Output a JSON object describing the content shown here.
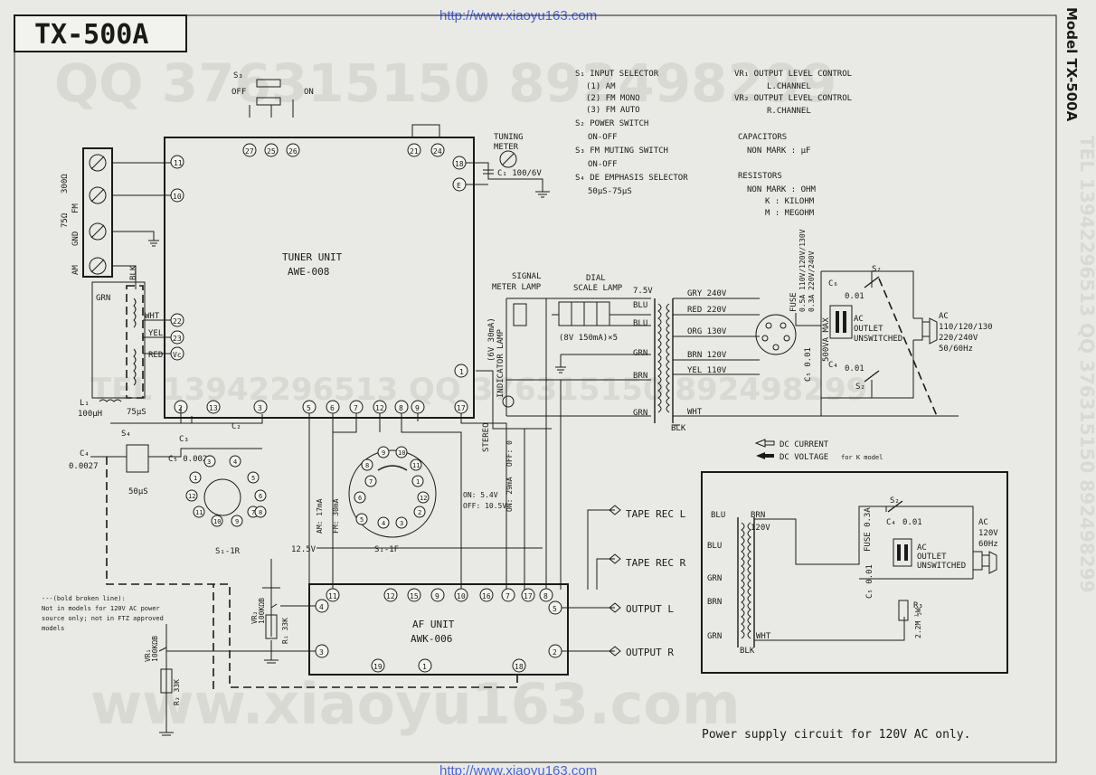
{
  "model_id": "TX-500A",
  "side_label": "Model TX-500A",
  "url_top": "http://www.xiaoyu163.com",
  "url_bottom": "http://www.xiaoyu163.com",
  "watermarks": {
    "qq_top": "QQ 376315150 892498299",
    "tel_mid": "TEL 13942296513 QQ 376315150 892498299",
    "site": "www.xiaoyu163.com",
    "side_tel": "TEL 13942296513 QQ 376315150 892498299"
  },
  "legend": {
    "s1": "S₁  INPUT SELECTOR",
    "s1_1": "(1) AM",
    "s1_2": "(2) FM MONO",
    "s1_3": "(3) FM AUTO",
    "s2": "S₂  POWER SWITCH",
    "s2_a": "ON-OFF",
    "s3": "S₃  FM MUTING SWITCH",
    "s3_a": "ON-OFF",
    "s4": "S₄  DE EMPHASIS SELECTOR",
    "s4_a": "50μS-75μS",
    "vr1": "VR₁  OUTPUT LEVEL CONTROL",
    "vr1_a": "L.CHANNEL",
    "vr2": "VR₂  OUTPUT LEVEL CONTROL",
    "vr2_a": "R.CHANNEL",
    "cap": "CAPACITORS",
    "cap_a": "NON MARK : μF",
    "res": "RESISTORS",
    "res_a": "NON MARK : OHM",
    "res_k": "K      : KILOHM",
    "res_m": "M      : MEGOHM"
  },
  "tuner": {
    "name": "TUNER UNIT",
    "model": "AWE-008"
  },
  "af": {
    "name": "AF UNIT",
    "model": "AWK-006"
  },
  "labels": {
    "s3": "S₃",
    "off": "OFF",
    "on": "ON",
    "tuning_meter": "TUNING",
    "tuning_meter2": "METER",
    "c1": "C₁ 100/6V",
    "signal_lamp": "SIGNAL",
    "signal_lamp2": "METER LAMP",
    "dial_lamp": "DIAL",
    "dial_lamp2": "SCALE LAMP",
    "v75": "7.5V",
    "blu": "BLU",
    "blu2": "BLU",
    "grn": "GRN",
    "brn": "BRN",
    "grn2": "GRN",
    "lamp_rating": "(8V 150mA)×5",
    "indicator": "INDICATOR LAMP",
    "ind_rating": "(6V 30mA)",
    "stereo": "STEREO",
    "gry": "GRY 240V",
    "red": "RED 220V",
    "org": "ORG 130V",
    "brnv": "BRN 120V",
    "yel": "YEL 110V",
    "wht": "WHT",
    "blk": "BLK",
    "fuse": "FUSE",
    "fuse_a": "0.5A 110V/120V/130V",
    "fuse_b": "0.3A 220V/240V",
    "c6": "C₆",
    "c6v": "0.01",
    "c4": "C₄",
    "c4v": "0.01",
    "c5": "C₅ 0.01",
    "ac_outlet": "AC",
    "ac_outlet2": "OUTLET",
    "ac_outlet3": "UNSWITCHED",
    "ac_rating": "500VA MAX",
    "ac_in": "AC",
    "ac_in2": "110/120/130",
    "ac_in3": "220/240V",
    "ac_in4": "50/60Hz",
    "s2": "S₂",
    "s2b": "S₂",
    "dc_current": "DC CURRENT",
    "dc_voltage": "DC VOLTAGE",
    "dc_voltage_note": "for K model",
    "fm": "FM",
    "gnd": "GND",
    "am": "AM",
    "ohm300": "300Ω",
    "ohm75": "75Ω",
    "blk_ant": "BLK",
    "grn_ant": "GRN",
    "wht_ant": "WHT",
    "yel_ant": "YEL",
    "red_ant": "RED",
    "l1": "L₁",
    "l1v": "100μH",
    "s4": "S₄",
    "t75": "75μS",
    "t50": "50μS",
    "c4l": "C₄",
    "c4lv": "0.0027",
    "c2": "C₂",
    "c3": "C₃",
    "c5l": "C₅ 0.0027",
    "s1r": "S₁-1R",
    "s1f": "S₁-1F",
    "am_ma": "AM: 17mA",
    "fm_ma": "FM: 30mA",
    "on_v": "ON: 5.4V",
    "off_v": "OFF: 10.5V",
    "on_ma": "ON: 29mA",
    "off_ma": "OFF: 0",
    "v12": "12.5V",
    "tape_l": "TAPE REC  L",
    "tape_r": "TAPE REC  R",
    "out_l": "OUTPUT  L",
    "out_r": "OUTPUT  R",
    "vr2": "VR₂",
    "vr2v": "100KΩB",
    "r1": "R₁ 33K",
    "vr1": "VR₁",
    "vr1v": "100KΩB",
    "r2": "R₂ 33K",
    "note1": "---(bold broken line):",
    "note2": "Not in models for 120V AC power",
    "note3": "source only; not in FTZ approved",
    "note4": "models"
  },
  "inset": {
    "caption": "Power supply circuit for 120V AC only.",
    "blu": "BLU",
    "blu2": "BLU",
    "grn": "GRN",
    "brn": "BRN",
    "grn2": "GRN",
    "brn_top": "BRN",
    "v120": "120V",
    "wht": "WHT",
    "blk": "BLK",
    "s2": "S₂",
    "c4": "C₄",
    "c4v": "0.01",
    "fuse": "FUSE 0.3A",
    "c5": "C₅ 0.01",
    "r3": "R₃",
    "r3v": "2.2M ½W",
    "outlet": "AC",
    "outlet2": "OUTLET",
    "outlet3": "UNSWITCHED",
    "ac": "AC",
    "ac2": "120V",
    "ac3": "60Hz"
  }
}
